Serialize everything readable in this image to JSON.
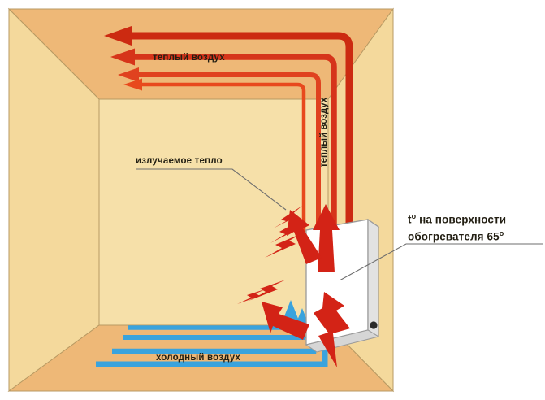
{
  "diagram": {
    "title": "Room heat convection and radiation diagram",
    "labels": {
      "warm_air": "теплый воздух",
      "warm_air_vertical": "теплый воздух",
      "radiated_heat": "излучаемое тепло",
      "cold_air": "холодный воздух",
      "surface_temp_line1_pre": "t",
      "surface_temp_line1_deg": "o",
      "surface_temp_line1_post": " на  поверхности",
      "surface_temp_line2_pre": "обогревателя 65",
      "surface_temp_line2_deg": "o"
    },
    "colors": {
      "ceiling": "#eeb877",
      "back_wall": "#f6e0a9",
      "left_wall": "#f4d99c",
      "right_wall": "#f4d99c",
      "floor": "#eeb877",
      "outline": "#b89a63",
      "warm_arrow": "#cc2a11",
      "warm_arrow_light": "#e8491d",
      "radiation_arrow": "#d32316",
      "cold_arrow": "#3aa3dd",
      "radiator_body": "#ffffff",
      "radiator_edge": "#9a9a9a",
      "radiator_side": "#d6d6d6",
      "leader_line": "#6e6e6e",
      "text": "#231f13",
      "background": "#ffffff"
    },
    "elements": {
      "radiator": "wall-mounted panel heater",
      "warm_air_arrow_count": 4,
      "cold_air_arrow_count": 4,
      "radiation_bolt_count": 6,
      "convection_arrow_count": 4
    }
  }
}
